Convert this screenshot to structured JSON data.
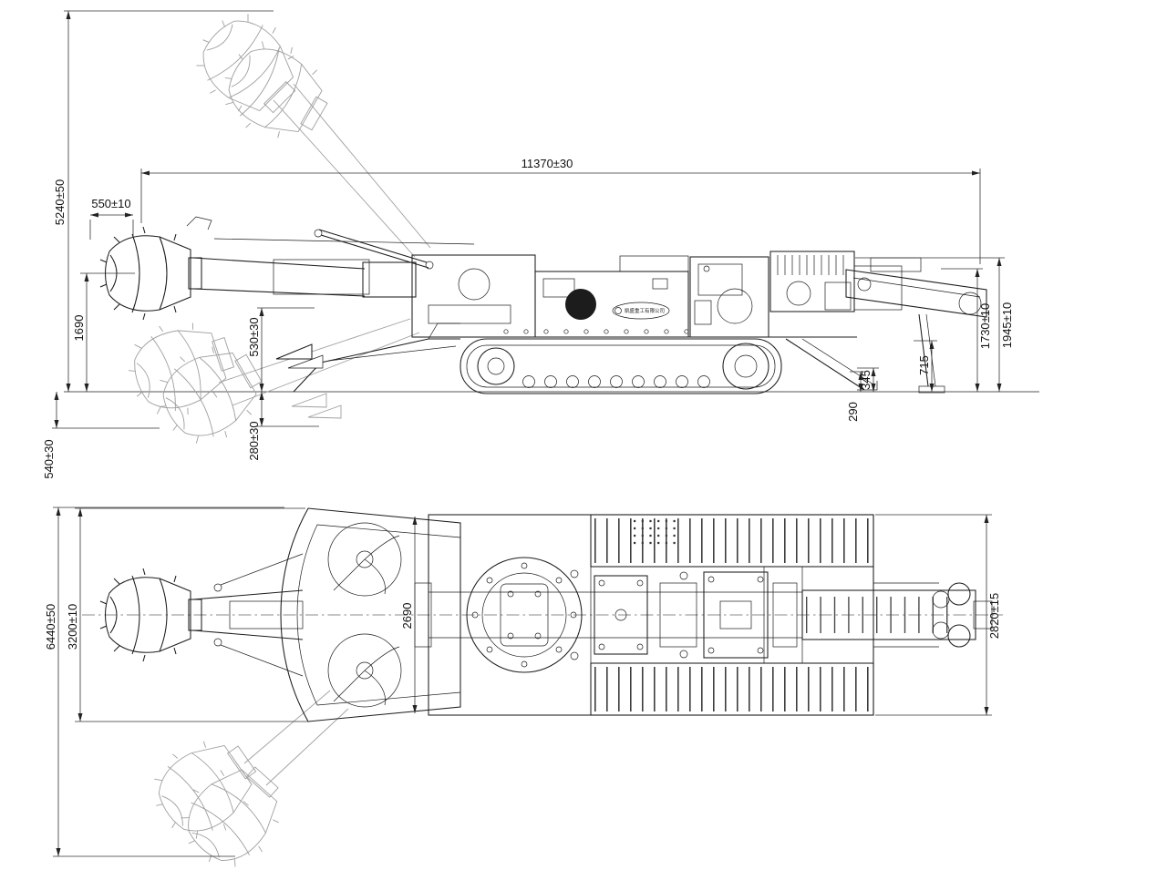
{
  "drawing": {
    "logo_text": "凱盛重工有限公司",
    "dims": {
      "overall_length": "11370±30",
      "cutting_height": "5240±50",
      "head_width": "550±10",
      "head_axis_height": "1690",
      "apron_edge_height": "530±30",
      "undercut_depth": "280±30",
      "sump_depth": "540±30",
      "conveyor_rear_height": "1730±10",
      "machine_rear_height": "1945±10",
      "clearance_715": "715",
      "clearance_345": "345",
      "clearance_290": "290",
      "swing_width": "6440±50",
      "apron_width": "3200±10",
      "body_width": "2690",
      "track_width": "2820±15"
    }
  }
}
